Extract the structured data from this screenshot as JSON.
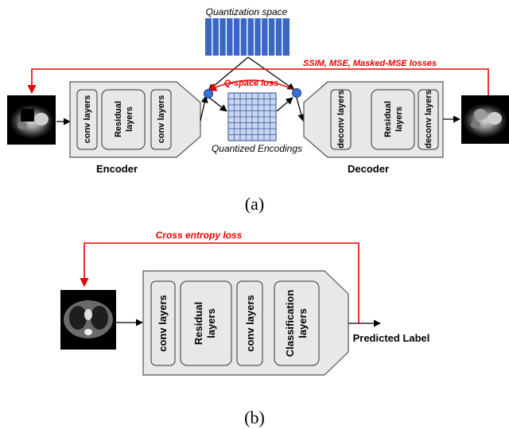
{
  "panel_a": {
    "quantization_space_label": "Quantization space",
    "losses_label": "SSIM, MSE, Masked-MSE losses",
    "q_space_loss_label": "Q-space loss",
    "quantized_encodings_label": "Quantized Encodings",
    "encoder": {
      "title": "Encoder",
      "blocks": [
        "conv layers",
        "Residual layers",
        "conv layers"
      ]
    },
    "decoder": {
      "title": "Decoder",
      "blocks": [
        "deconv layers",
        "Residual layers",
        "deconv layers"
      ]
    },
    "caption": "(a)"
  },
  "panel_b": {
    "loss_label": "Cross entropy loss",
    "blocks": [
      "conv layers",
      "Residual layers",
      "conv layers",
      "Classification layers"
    ],
    "output_label": "Predicted Label",
    "caption": "(b)"
  },
  "colors": {
    "loss_arrow": "#e60000",
    "codebook": "#3a66c4",
    "grid_fill": "#c9d6f0",
    "grid_line": "#2f4f9a",
    "node": "#3a6fd8",
    "block_fill": "#e8e8e8"
  }
}
